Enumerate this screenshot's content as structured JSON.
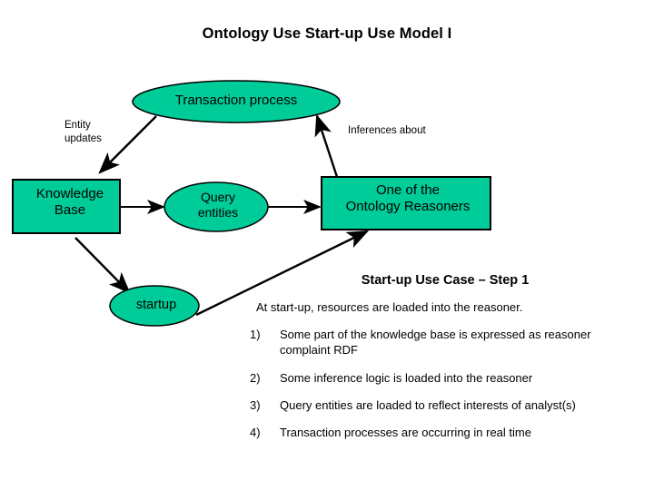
{
  "slide": {
    "title": "Ontology Use Start-up Use Model I",
    "background": "#ffffff"
  },
  "colors": {
    "node_fill": "#00CC99",
    "node_stroke": "#000000",
    "text": "#000000",
    "arrow": "#000000"
  },
  "diagram": {
    "nodes": [
      {
        "id": "transaction",
        "shape": "ellipse",
        "label": "Transaction process",
        "fill": "#00CC99"
      },
      {
        "id": "knowledge",
        "shape": "rect",
        "label": "Knowledge\nBase",
        "label_line1": "Knowledge",
        "label_line2": "Base",
        "fill": "#00CC99"
      },
      {
        "id": "query",
        "shape": "ellipse",
        "label": "Query\nentities",
        "label_line1": "Query",
        "label_line2": "entities",
        "fill": "#00CC99"
      },
      {
        "id": "reasoner",
        "shape": "rect",
        "label": "One of the\nOntology Reasoners",
        "label_line1": "One of the",
        "label_line2": "Ontology Reasoners",
        "fill": "#00CC99"
      },
      {
        "id": "startup",
        "shape": "ellipse",
        "label": "startup",
        "fill": "#00CC99"
      }
    ],
    "edges": [
      {
        "from": "transaction",
        "to": "knowledge",
        "label_line1": "Entity",
        "label_line2": "updates"
      },
      {
        "from": "reasoner",
        "to": "transaction",
        "label": "Inferences about"
      },
      {
        "from": "knowledge",
        "to": "query",
        "label": ""
      },
      {
        "from": "query",
        "to": "reasoner",
        "label": ""
      },
      {
        "from": "knowledge",
        "to": "startup",
        "label": ""
      },
      {
        "from": "startup",
        "to": "reasoner",
        "label": ""
      }
    ],
    "edge_labels": {
      "entity_updates_line1": "Entity",
      "entity_updates_line2": "updates",
      "inferences_about": "Inferences about"
    }
  },
  "panel": {
    "heading": "Start-up Use Case – Step 1",
    "intro": "At start-up, resources are loaded into the reasoner.",
    "steps": [
      {
        "marker": "1)",
        "text": "Some part of the knowledge base is expressed as reasoner complaint RDF"
      },
      {
        "marker": "2)",
        "text": "Some inference logic is loaded into the reasoner"
      },
      {
        "marker": "3)",
        "text": "Query entities are loaded to reflect interests of analyst(s)"
      },
      {
        "marker": "4)",
        "text": "Transaction processes are occurring in real time"
      }
    ]
  }
}
